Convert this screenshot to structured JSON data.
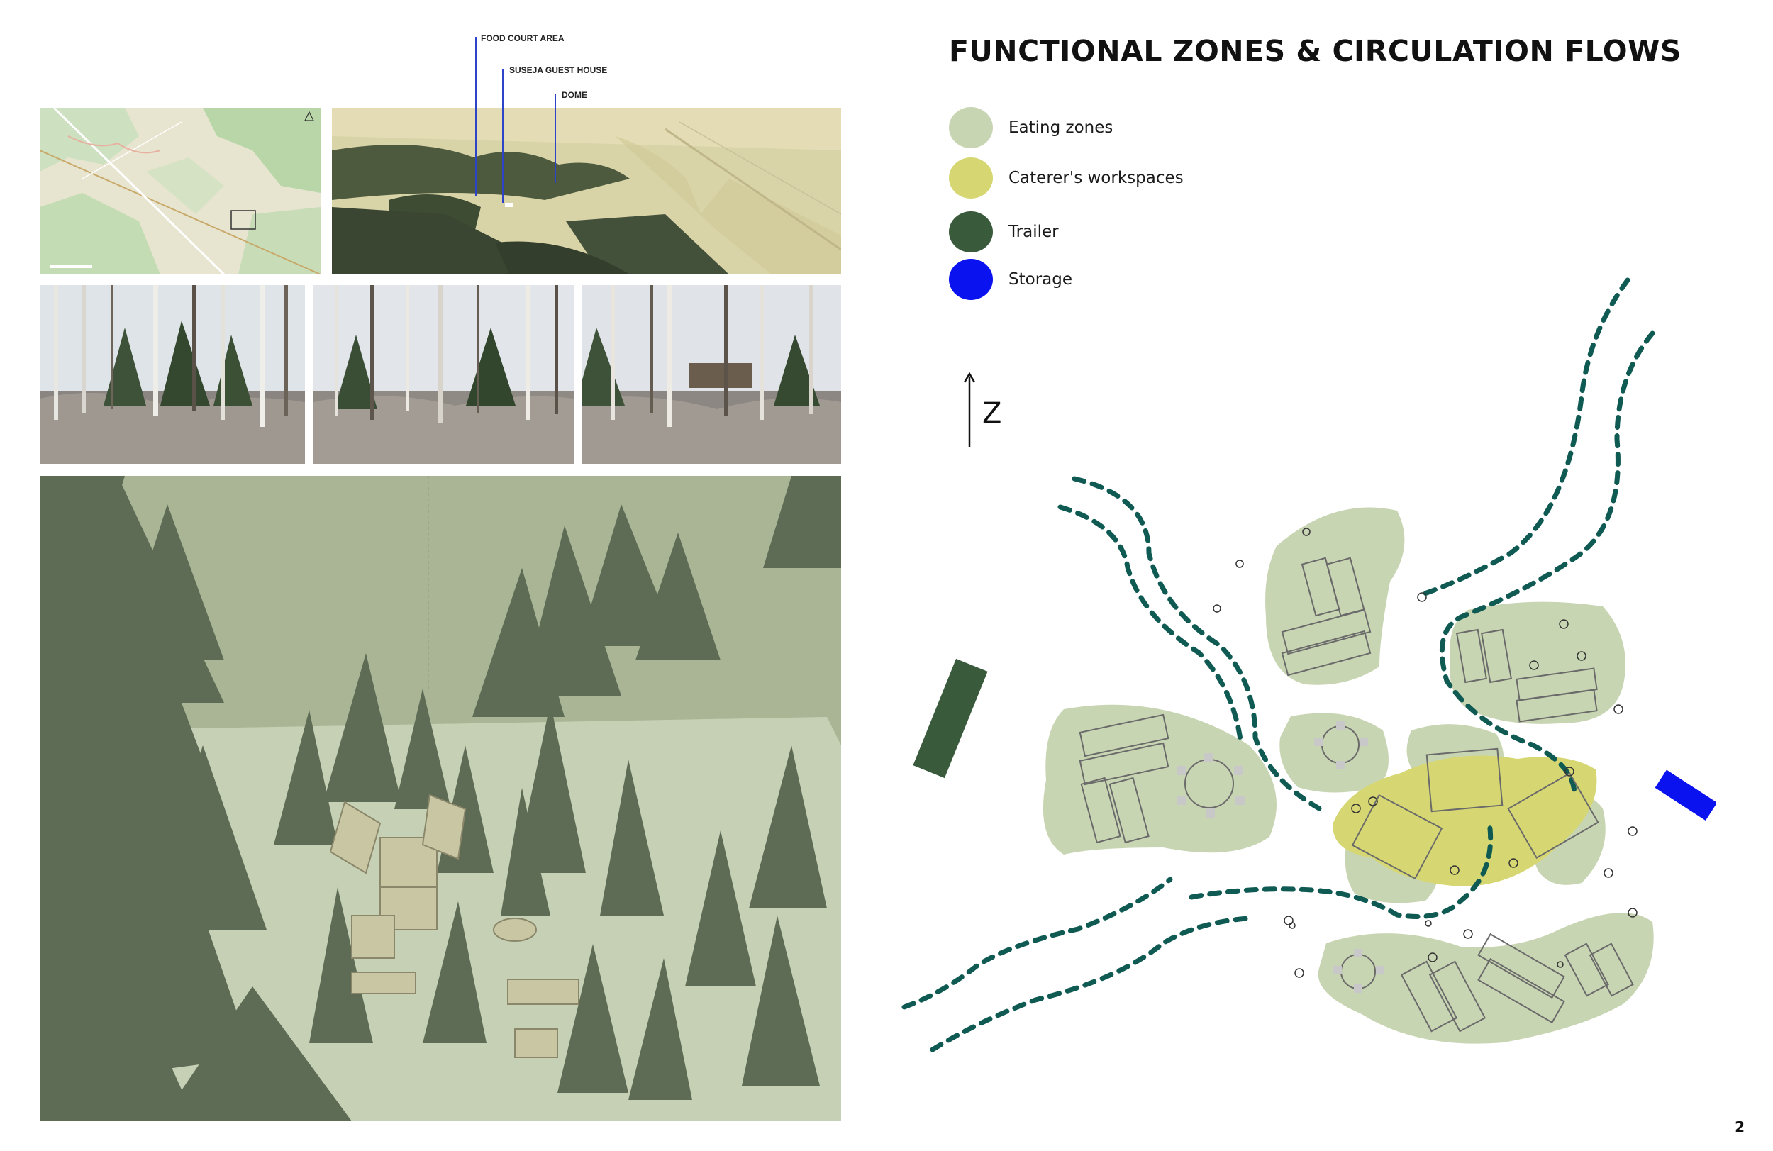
{
  "page": {
    "title": "FUNCTIONAL ZONES & CIRCULATION FLOWS",
    "page_number": "2"
  },
  "legend": [
    {
      "label": "Eating zones",
      "color": "#c8d5b2",
      "icon": "eating-zone-swatch"
    },
    {
      "label": "Caterer's workspaces",
      "color": "#d6d772",
      "icon": "caterer-swatch"
    },
    {
      "label": "Trailer",
      "color": "#3a5a3c",
      "icon": "trailer-swatch"
    },
    {
      "label": "Storage",
      "color": "#0a12f0",
      "icon": "storage-swatch"
    }
  ],
  "north_arrow": {
    "label": "Z"
  },
  "callouts": {
    "food_court": "FOOD COURT AREA",
    "guest_house": "SUSEJA GUEST HOUSE",
    "dome": "DOME"
  },
  "colors": {
    "eating": "#c8d5b2",
    "caterer": "#d6d772",
    "trailer": "#3a5a3c",
    "storage": "#0a12f0",
    "path": "#0f5a52",
    "tree": "#5e6b55"
  }
}
